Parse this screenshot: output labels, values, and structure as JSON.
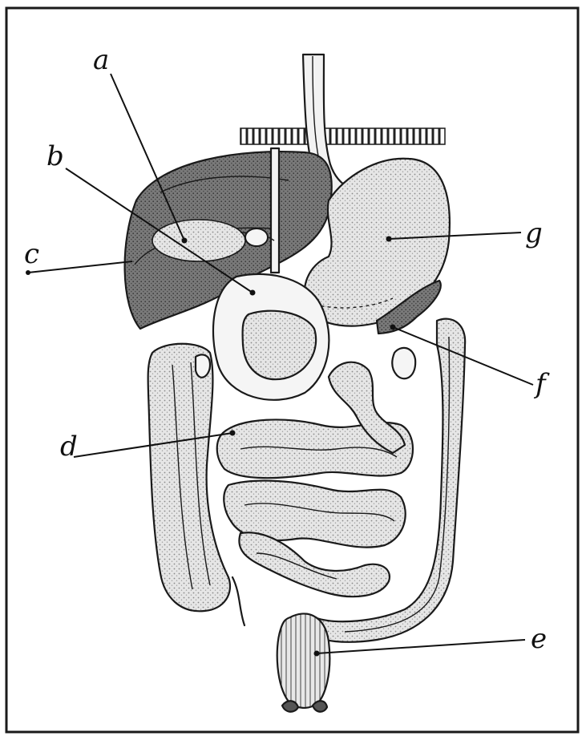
{
  "diagram": {
    "labels": [
      {
        "key": "a",
        "text": "a"
      },
      {
        "key": "b",
        "text": "b"
      },
      {
        "key": "c",
        "text": "c"
      },
      {
        "key": "d",
        "text": "d"
      },
      {
        "key": "e",
        "text": "e"
      },
      {
        "key": "f",
        "text": "f"
      },
      {
        "key": "g",
        "text": "g"
      }
    ]
  },
  "colors": {
    "ink": "#1a1a1a",
    "liver_fill": "#6e6e6e",
    "organ_fill": "#efefef",
    "shade": "#bdbdbd"
  }
}
